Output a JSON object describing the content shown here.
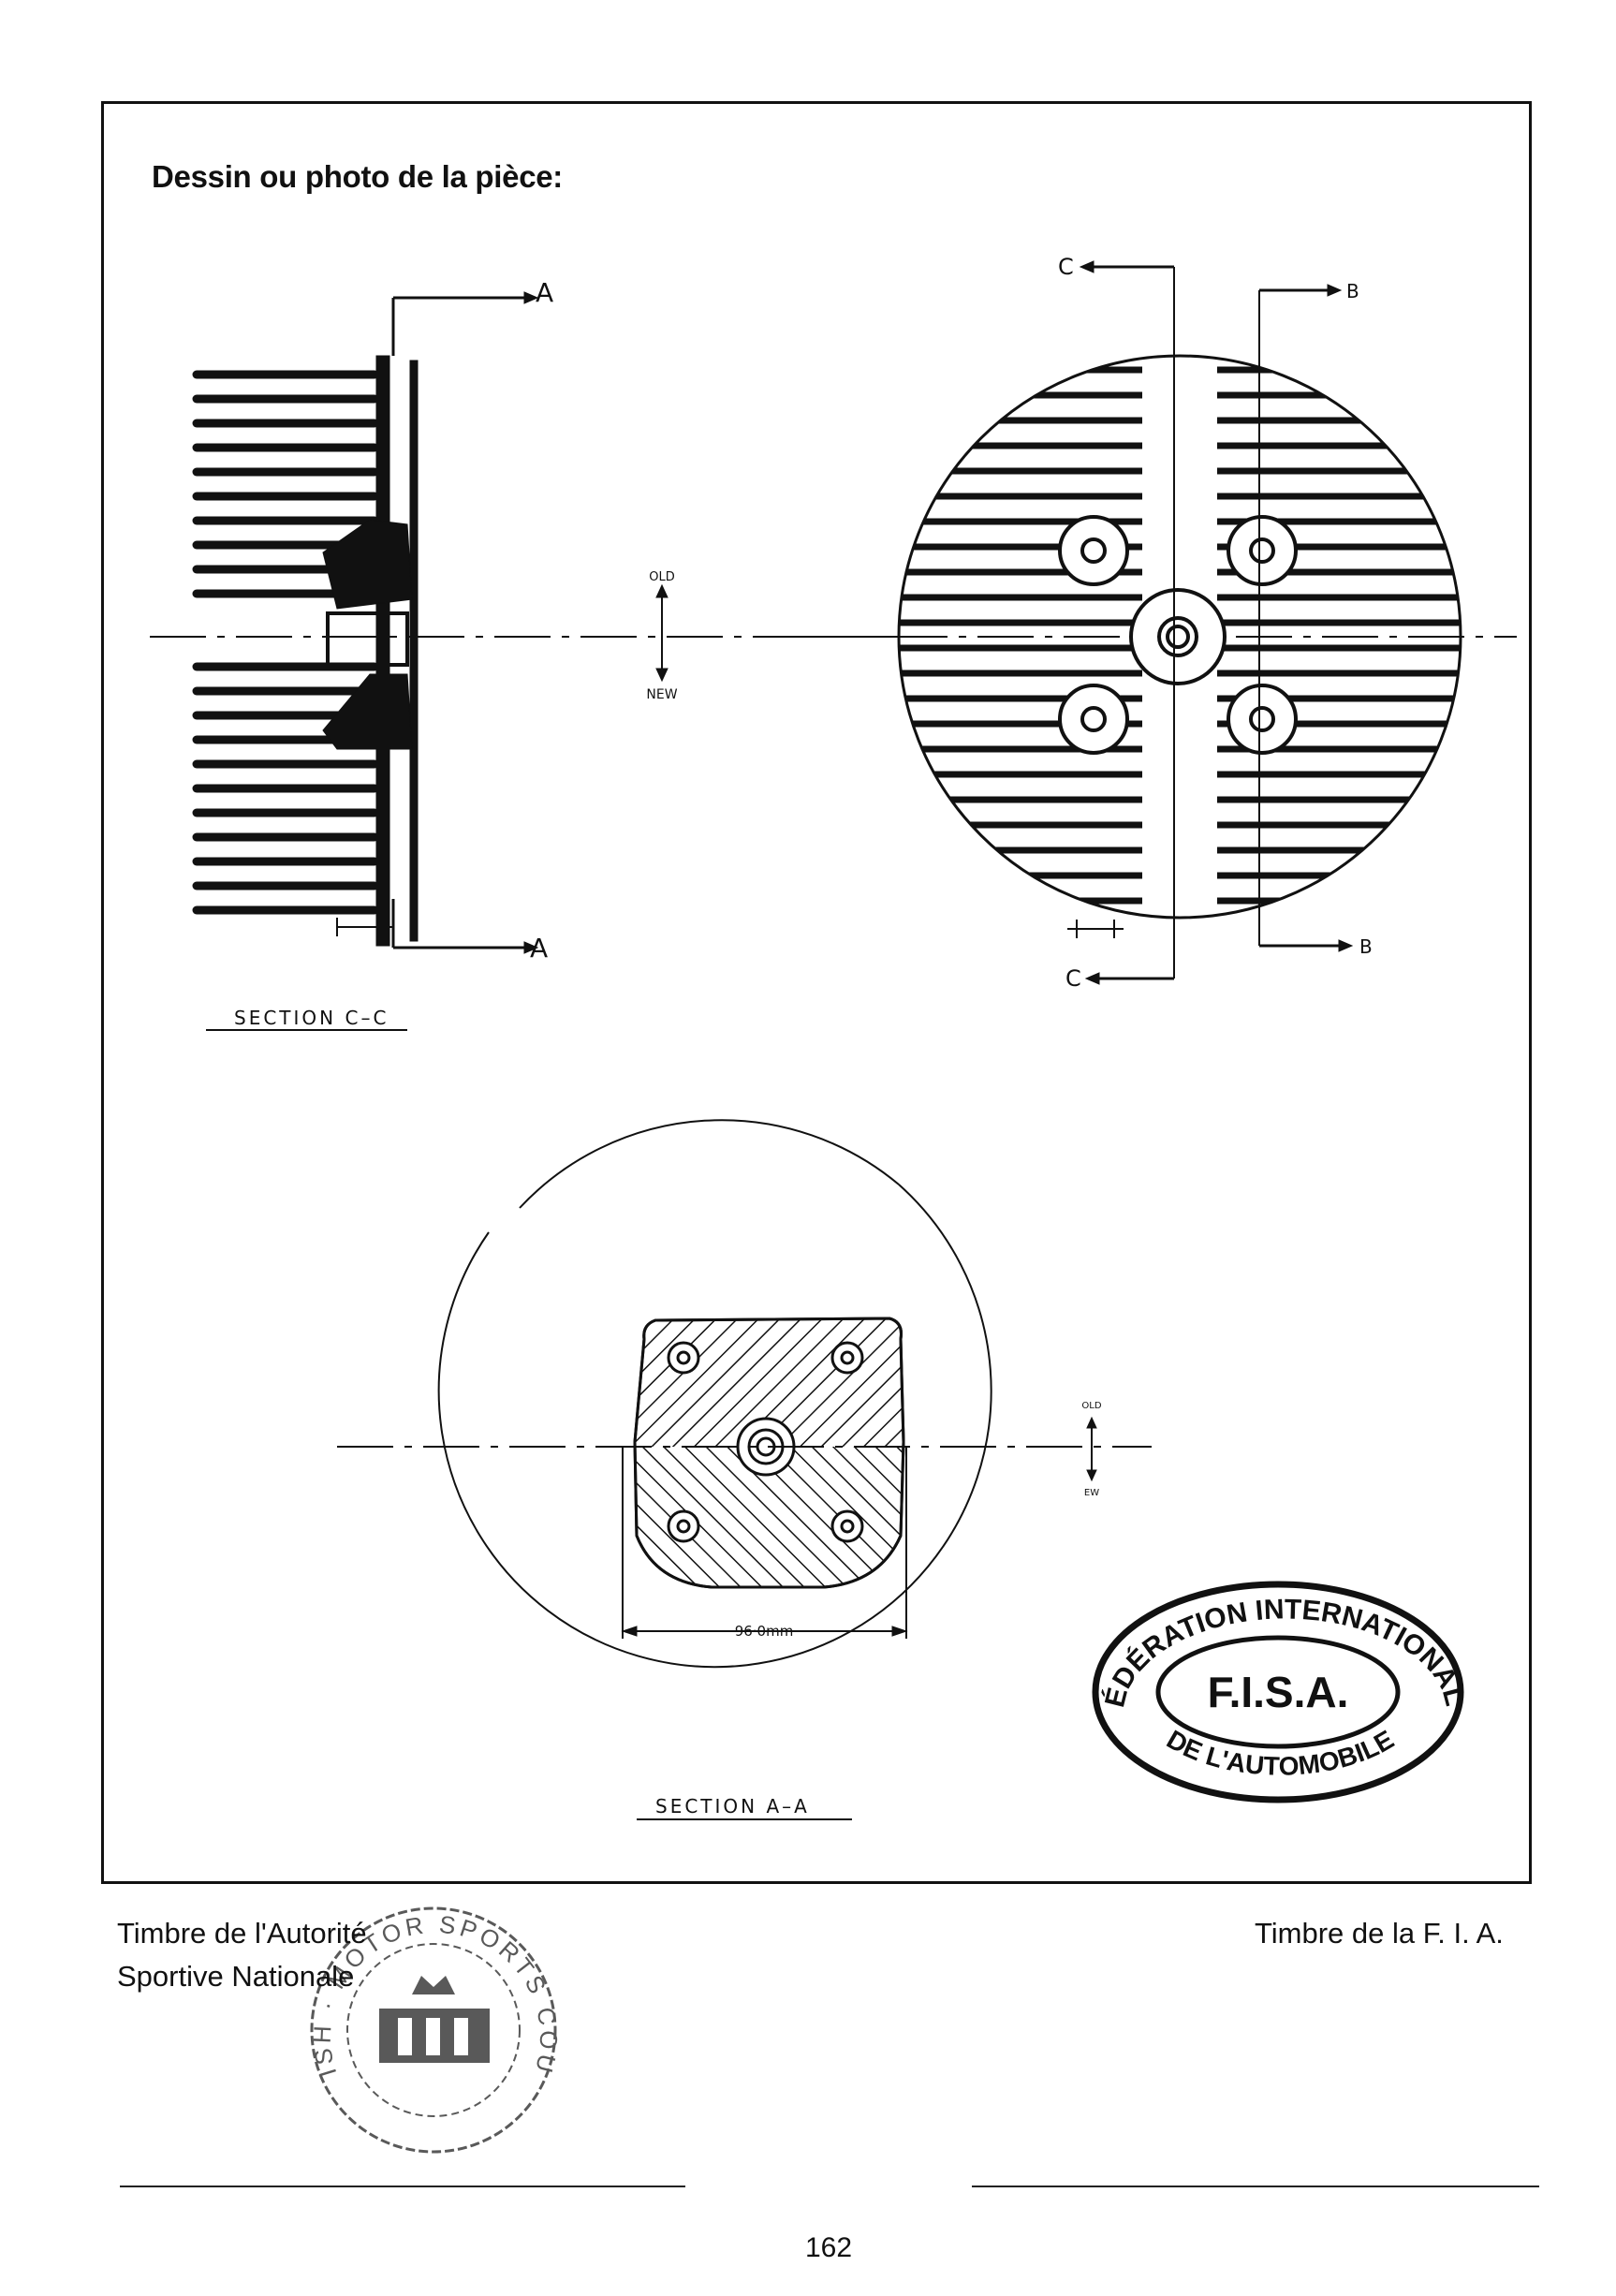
{
  "heading": "Dessin ou photo de la pièce:",
  "drawings": {
    "side_view": {
      "label": "SECTION C–C",
      "section_marks": [
        "A",
        "A"
      ]
    },
    "top_view": {
      "section_marks_c": [
        "C",
        "C"
      ],
      "section_marks_b": [
        "B",
        "B"
      ]
    },
    "orientation_arrow": {
      "top": "OLD",
      "bottom": "NEW"
    },
    "section_aa": {
      "label": "SECTION A–A",
      "dimension": "96·0mm",
      "orientation_top": "OLD",
      "orientation_bottom": "EW"
    }
  },
  "fisa_stamp": {
    "outer_text_top": "FÉDÉRATION INTERNATIONALE",
    "center_text": "F.I.S.A.",
    "outer_text_bottom": "DE L'AUTOMOBILE"
  },
  "national_stamp": {
    "ring_text": "BRITISH · MOTOR SPORTS COUNCIL"
  },
  "footer": {
    "left_line1": "Timbre de l'Autorité",
    "left_line2": "Sportive Nationale",
    "right": "Timbre de la F. I. A."
  },
  "page_number": "162",
  "colors": {
    "ink": "#111111",
    "paper": "#ffffff"
  }
}
